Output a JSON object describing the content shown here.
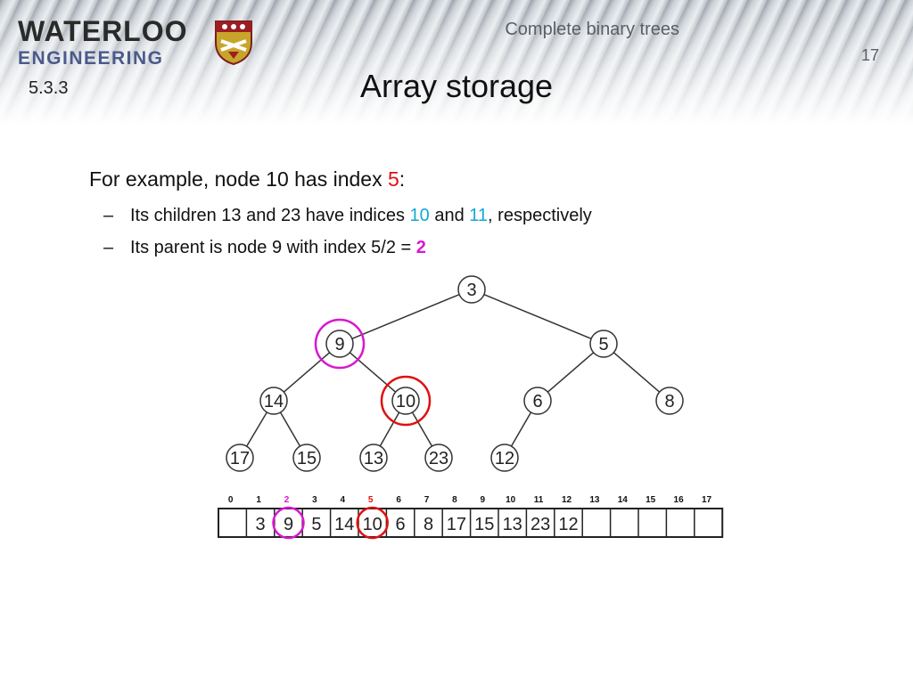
{
  "header": {
    "logo_wordmark": "WATERLOO",
    "logo_sub": "ENGINEERING",
    "topic": "Complete binary trees",
    "page_number": "17",
    "section": "5.3.3",
    "title": "Array storage"
  },
  "content": {
    "bullet1": {
      "text": "For example, node 10 has index ",
      "highlight": "5",
      "suffix": ":"
    },
    "bullet2": {
      "dash": "–",
      "text": "Its children 13 and 23 have indices ",
      "h1": "10",
      "mid": " and ",
      "h2": "11",
      "suffix": ", respectively"
    },
    "bullet3": {
      "dash": "–",
      "text": "Its parent is node 9 with index 5/2 = ",
      "highlight": "2"
    }
  },
  "colors": {
    "red": "#e01010",
    "cyan": "#12a7d8",
    "magenta": "#d817d0",
    "node_stroke": "#333333"
  },
  "tree": {
    "nodes": [
      {
        "label": "3",
        "level": 0,
        "pos": 0
      },
      {
        "label": "9",
        "level": 1,
        "pos": 0,
        "highlight": "magenta"
      },
      {
        "label": "5",
        "level": 1,
        "pos": 1
      },
      {
        "label": "14",
        "level": 2,
        "pos": 0
      },
      {
        "label": "10",
        "level": 2,
        "pos": 1,
        "highlight": "red"
      },
      {
        "label": "6",
        "level": 2,
        "pos": 2
      },
      {
        "label": "8",
        "level": 2,
        "pos": 3
      },
      {
        "label": "17",
        "level": 3,
        "pos": 0
      },
      {
        "label": "15",
        "level": 3,
        "pos": 1
      },
      {
        "label": "13",
        "level": 3,
        "pos": 2
      },
      {
        "label": "23",
        "level": 3,
        "pos": 3
      },
      {
        "label": "12",
        "level": 3,
        "pos": 4
      }
    ]
  },
  "array": {
    "indices": [
      "0",
      "1",
      "2",
      "3",
      "4",
      "5",
      "6",
      "7",
      "8",
      "9",
      "10",
      "11",
      "12",
      "13",
      "14",
      "15",
      "16",
      "17"
    ],
    "values": [
      "",
      "3",
      "9",
      "5",
      "14",
      "10",
      "6",
      "8",
      "17",
      "15",
      "13",
      "23",
      "12",
      "",
      "",
      "",
      "",
      ""
    ],
    "highlighted_index_red": 5,
    "highlighted_index_magenta": 2
  }
}
